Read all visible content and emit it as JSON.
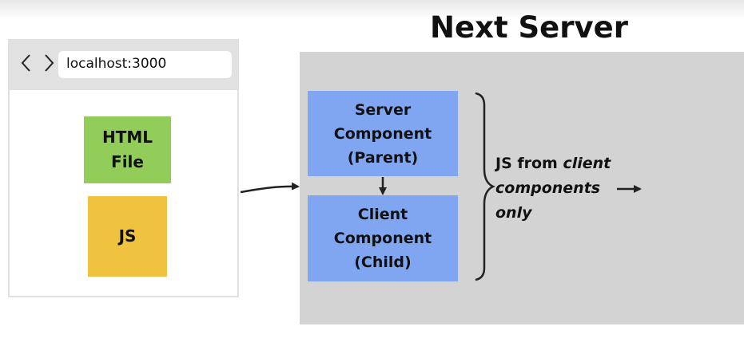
{
  "browser": {
    "url": "localhost:3000",
    "files": {
      "html_file": [
        "HTML",
        "File"
      ],
      "js_file": "JS"
    }
  },
  "server": {
    "title": "Next Server",
    "server_component": [
      "Server",
      "Component",
      "(Parent)"
    ],
    "client_component": [
      "Client",
      "Component",
      "(Child)"
    ],
    "note": {
      "line1_plain": "JS from ",
      "line1_italic": "client",
      "line2_italic": "components",
      "line3_italic": "only"
    }
  },
  "colors": {
    "html_file": "#93cd59",
    "js_file": "#efc340",
    "component": "#80a6f2",
    "server_background": "#d3d3d3",
    "browser_bar": "#e1e1e1"
  },
  "icons": {
    "back": "chevron-left-icon",
    "forward": "chevron-right-icon"
  }
}
